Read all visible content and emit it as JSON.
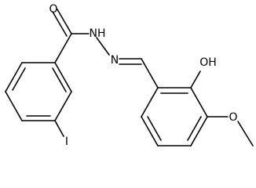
{
  "atoms": [
    {
      "id": "O1",
      "label": "O"
    },
    {
      "id": "N1",
      "label": "NH",
      "text_parts": [
        "N",
        "H"
      ]
    },
    {
      "id": "N2",
      "label": "N"
    },
    {
      "id": "O2",
      "label": "OH"
    },
    {
      "id": "O3",
      "label": "O"
    },
    {
      "id": "I1",
      "label": "I"
    }
  ]
}
